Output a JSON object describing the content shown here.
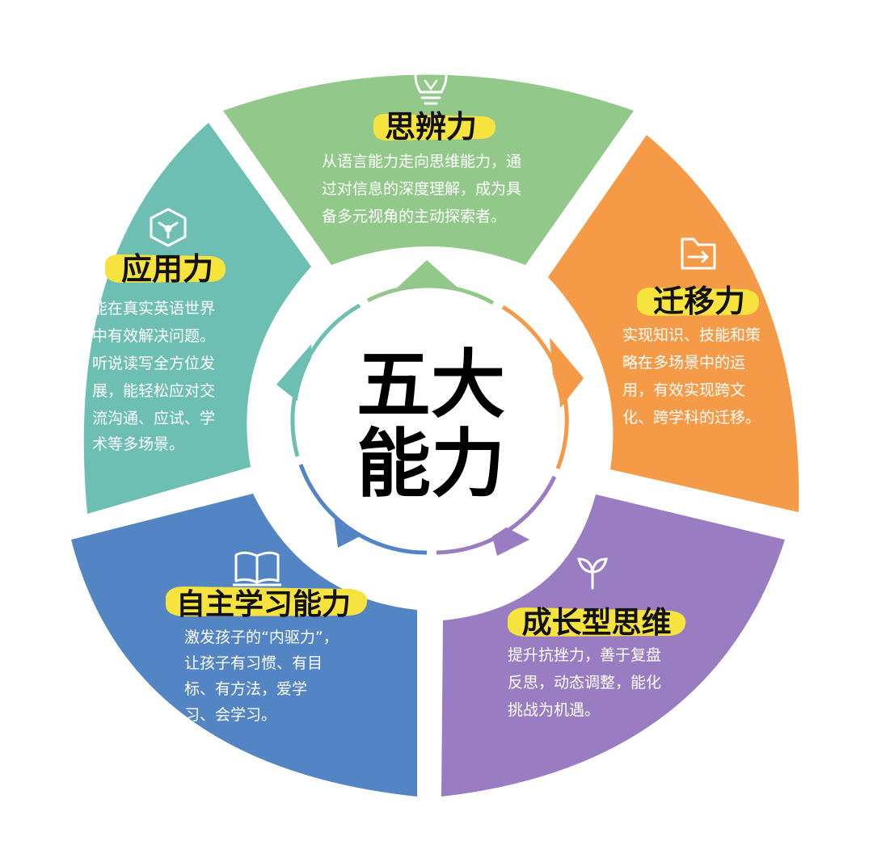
{
  "center": {
    "line1": "五大",
    "line2": "能力"
  },
  "colors": {
    "green": "#92c88a",
    "orange": "#f59a46",
    "purple": "#9a7cc2",
    "blue": "#5385c5",
    "teal": "#6dbfb3",
    "highlight": "#f7e33e"
  },
  "segments": [
    {
      "key": "sibian",
      "title": "思辨力",
      "icon": "lightbulb-icon",
      "lines": [
        "从语言能力走向思维能力，通",
        "过对信息的深度理解，成为具",
        "备多元视角的主动探索者。"
      ]
    },
    {
      "key": "qianyi",
      "title": "迁移力",
      "icon": "folder-arrow-icon",
      "lines": [
        "实现知识、技能和策",
        "略在多场景中的运",
        "用，有效实现跨文",
        "化、跨学科的迁移。"
      ]
    },
    {
      "key": "chengzhang",
      "title": "成长型思维",
      "icon": "sprout-icon",
      "lines": [
        "提升抗挫力，善于复盘",
        "反思，动态调整，能化",
        "挑战为机遇。"
      ]
    },
    {
      "key": "zizhu",
      "title": "自主学习能力",
      "icon": "open-book-icon",
      "lines": [
        "激发孩子的“内驱力”，",
        "让孩子有习惯、有目",
        "标、有方法，爱学",
        "习、会学习。"
      ]
    },
    {
      "key": "yingyong",
      "title": "应用力",
      "icon": "cube-network-icon",
      "lines": [
        "能在真实英语世界",
        "中有效解决问题。",
        "听说读写全方位发",
        "展，能轻松应对交",
        "流沟通、应试、学",
        "术等多场景。"
      ]
    }
  ]
}
